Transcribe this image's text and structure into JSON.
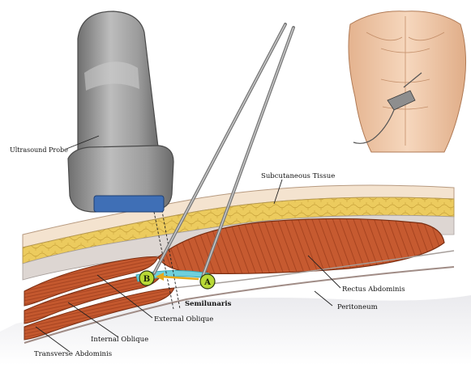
{
  "labels": {
    "ultrasound_probe": "Ultrasound Probe",
    "subcutaneous_tissue": "Subcutaneous Tissue",
    "rectus_abdominis": "Rectus Abdominis",
    "semilunaris": "Semilunaris",
    "peritoneum": "Peritoneum",
    "external_oblique": "External Oblique",
    "internal_oblique": "Internal Oblique",
    "transverse_abdominis": "Transverse Abdominis"
  },
  "markers": {
    "a": "A",
    "b": "B"
  },
  "colors": {
    "skin": "#f4e3cf",
    "fat": "#eccb5e",
    "muscle": "#c4582e",
    "fascia": "#d9d2ce",
    "probe": "#9a9a9a",
    "probe_face": "#3f6fb6",
    "needle": "#8a8a8a",
    "marker_fill": "#b9d936",
    "injectate": "#6fd0dc"
  }
}
